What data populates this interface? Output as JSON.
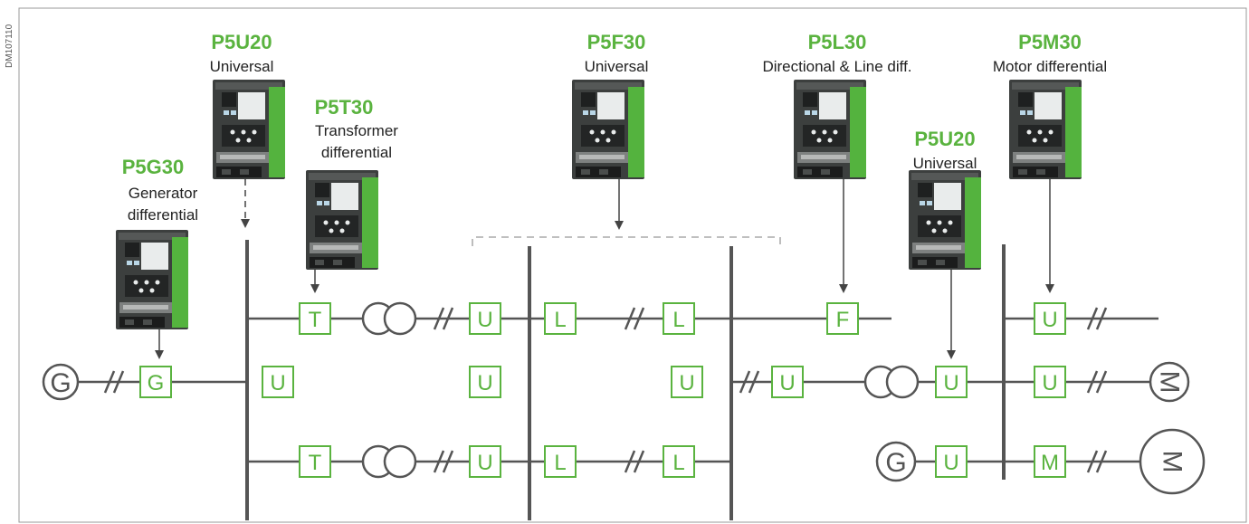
{
  "doc_code": "DM107110",
  "colors": {
    "accent": "#5ab33f",
    "line": "#555555",
    "device_body": "#3c3f3e",
    "device_green": "#54b33e"
  },
  "devices": [
    {
      "title": "P5U20",
      "subtitle": [
        "Universal"
      ]
    },
    {
      "title": "P5T30",
      "subtitle": [
        "Transformer",
        "differential"
      ]
    },
    {
      "title": "P5G30",
      "subtitle": [
        "Generator",
        "differential"
      ]
    },
    {
      "title": "P5F30",
      "subtitle": [
        "Universal"
      ]
    },
    {
      "title": "P5L30",
      "subtitle": [
        "Directional & Line diff."
      ]
    },
    {
      "title": "P5U20",
      "subtitle": [
        "Universal"
      ]
    },
    {
      "title": "P5M30",
      "subtitle": [
        "Motor differential"
      ]
    }
  ],
  "relays": [
    "G",
    "U",
    "T",
    "U",
    "L",
    "L",
    "U",
    "T",
    "U",
    "L",
    "L",
    "U",
    "U",
    "F",
    "U",
    "U",
    "U",
    "U",
    "M"
  ],
  "machines": [
    "G",
    "M",
    "G",
    "M"
  ]
}
